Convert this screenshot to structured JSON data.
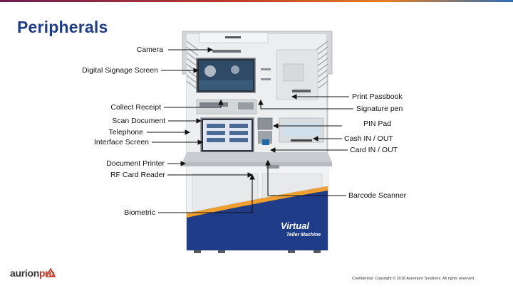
{
  "page": {
    "title": "Peripherals"
  },
  "labels": {
    "camera": "Camera",
    "digital_signage": "Digital Signage Screen",
    "collect_receipt": "Collect Receipt",
    "scan_document": "Scan Document",
    "telephone": "Telephone",
    "interface_screen": "Interface Screen",
    "document_printer": "Document Printer",
    "rf_card_reader": "RF Card Reader",
    "biometric": "Biometric",
    "print_passbook": "Print Passbook",
    "signature_pen": "Signature pen",
    "pin_pad": "PIN Pad",
    "cash_in_out": "Cash IN / OUT",
    "card_in_out": "Card IN / OUT",
    "barcode_scanner": "Barcode Scanner"
  },
  "machine": {
    "brand_line1": "Virtual",
    "brand_line2": "Teller Machine",
    "colors": {
      "body": "#e8e9eb",
      "frame": "#c9cbce",
      "stripe_blue": "#1f3c88",
      "stripe_orange": "#f0a030",
      "screen": "#1d2a44"
    }
  },
  "footer": {
    "logo_text": "aurion",
    "logo_accent": "pro",
    "copyright": "Confidential. Copyright © 2018 Aurionpro Solutions. All rights reserved"
  }
}
